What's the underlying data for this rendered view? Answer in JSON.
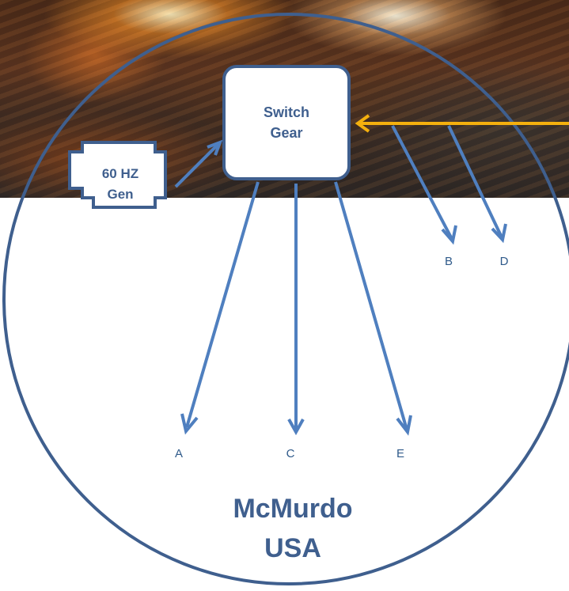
{
  "switch_gear": {
    "label": "Switch\nGear"
  },
  "generator": {
    "label": "60 HZ\nGen"
  },
  "loads": [
    {
      "label": "A"
    },
    {
      "label": "B"
    },
    {
      "label": "C"
    },
    {
      "label": "D"
    },
    {
      "label": "E"
    }
  ],
  "site": {
    "name": "McMurdo",
    "country": "USA"
  },
  "colors": {
    "outline": "#3f5f8e",
    "arrow": "#4f7fbf",
    "feed": "#f4b00e",
    "label": "#2f5a8a"
  }
}
